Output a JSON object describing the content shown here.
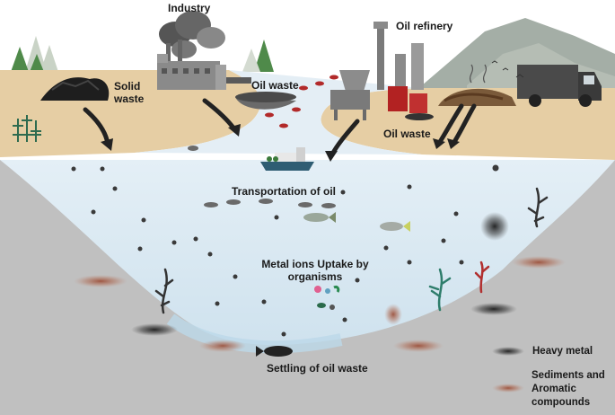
{
  "labels": {
    "industry": "Industry",
    "oil_refinery": "Oil refinery",
    "solid_waste": "Solid\nwaste",
    "oil_waste_top": "Oil waste",
    "oil_waste_right": "Oil waste",
    "transportation": "Transportation of oil",
    "metal_uptake": "Metal ions Uptake by\norganisms",
    "settling": "Settling of oil waste"
  },
  "legend": {
    "heavy_metal": "Heavy metal",
    "sediments": "Sediments and\nAromatic\ncompounds"
  },
  "colors": {
    "sky": "#ffffff",
    "land": "#e8cfa6",
    "water": "#dbe9f2",
    "seabed": "#bdbdbd",
    "sediment": "#a0543a",
    "metal": "#2a2a2a",
    "oil": "#b02a2a"
  }
}
